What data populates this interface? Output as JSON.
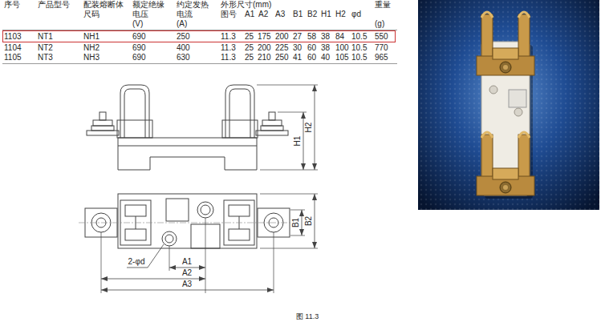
{
  "diagram": {
    "caption": "图 11.3",
    "labels": [
      "序号",
      "产品型号",
      "配装熔断体",
      "额定绝缘",
      "约定发热",
      "外形尺寸(mm)",
      "重量",
      "尺码",
      "电压",
      "电流",
      "图号",
      "A1",
      "A2",
      "A3",
      "B1",
      "B2",
      "H1",
      "H2",
      "φd",
      "(V)",
      "(A)",
      "(g)",
      "1103",
      "NT1",
      "NH1",
      "690",
      "250",
      "11.3",
      "25",
      "175",
      "200",
      "27",
      "58",
      "38",
      "84",
      "10.5",
      "550",
      "1104",
      "NT2",
      "NH2",
      "690",
      "400",
      "11.3",
      "25",
      "200",
      "225",
      "30",
      "60",
      "38",
      "100",
      "10.5",
      "770",
      "1105",
      "NT3",
      "NH3",
      "690",
      "630",
      "11.3",
      "25",
      "210",
      "250",
      "41",
      "60",
      "40",
      "105",
      "10.5",
      "965",
      "H2",
      "H1",
      "B1",
      "B2",
      "2-φd",
      "A1",
      "A2",
      "A3"
    ]
  }
}
